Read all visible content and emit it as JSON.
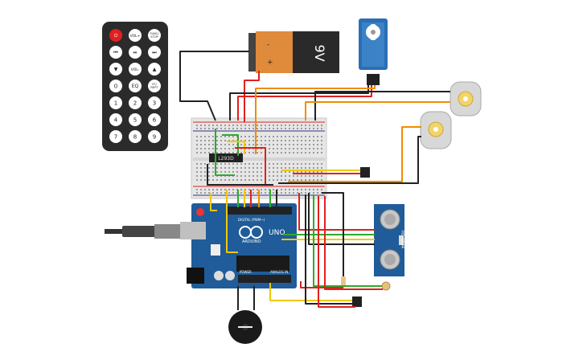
{
  "remote": {
    "buttons": [
      {
        "label": "⏻",
        "kind": "power"
      },
      {
        "label": "VOL+",
        "kind": "text"
      },
      {
        "label": "FUNC/ STOP",
        "kind": "text"
      },
      {
        "label": "⏮",
        "kind": "text"
      },
      {
        "label": "⏯",
        "kind": "text"
      },
      {
        "label": "⏭",
        "kind": "text"
      },
      {
        "label": "▼",
        "kind": "text"
      },
      {
        "label": "VOL-",
        "kind": "text"
      },
      {
        "label": "▲",
        "kind": "text"
      },
      {
        "label": "0",
        "kind": "num"
      },
      {
        "label": "EQ",
        "kind": "text"
      },
      {
        "label": "ST/ REPT",
        "kind": "text"
      },
      {
        "label": "1",
        "kind": "num"
      },
      {
        "label": "2",
        "kind": "num"
      },
      {
        "label": "3",
        "kind": "num"
      },
      {
        "label": "4",
        "kind": "num"
      },
      {
        "label": "5",
        "kind": "num"
      },
      {
        "label": "6",
        "kind": "num"
      },
      {
        "label": "7",
        "kind": "num"
      },
      {
        "label": "8",
        "kind": "num"
      },
      {
        "label": "9",
        "kind": "num"
      }
    ]
  },
  "battery": {
    "label": "9V",
    "plus": "+",
    "minus": "-"
  },
  "ic_label": "L293D",
  "arduino": {
    "brand": "ARDUINO",
    "model": "UNO",
    "digital": "DIGITAL (PWM~)",
    "analog": "ANALOG IN",
    "power": "POWER"
  },
  "ultrasonic": {
    "label": "HC-SR04"
  },
  "colors": {
    "red": "#e02020",
    "black": "#222222",
    "orange": "#f08c00",
    "yellow": "#f0c800",
    "green": "#2eaa2e",
    "board_blue": "#1f5c99",
    "breadboard": "#e6e6e6",
    "battery_orange": "#e08a3c"
  }
}
